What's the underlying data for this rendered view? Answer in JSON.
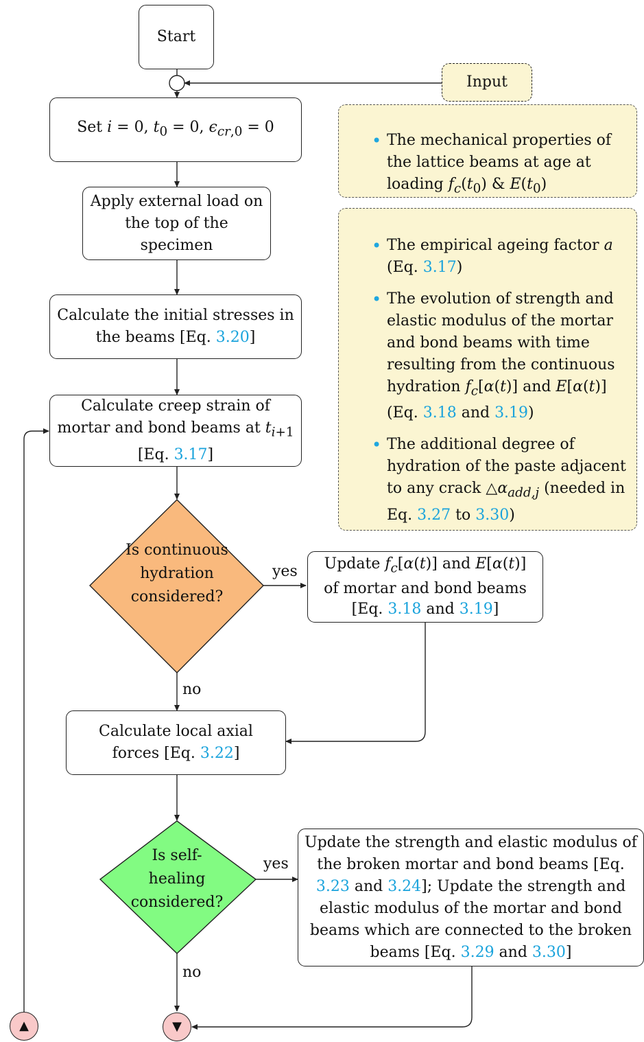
{
  "nodes": {
    "start": "Start",
    "input": "Input",
    "init": "Set i = 0, t0 = 0, ϵcr,0 = 0",
    "apply_load": "Apply external load on the top of the specimen",
    "calc_stress": {
      "text": "Calculate the initial stresses in the beams [Eq. ",
      "ref": "3.20",
      "tail": "]"
    },
    "calc_creep": {
      "text": "Calculate creep strain of mortar and bond beams at ti+1 [Eq. ",
      "ref": "3.17",
      "tail": "]"
    },
    "decision_hydration": "Is continuous hydration considered?",
    "update_hydration": {
      "text": "Update fc[α(t)] and E[α(t)] of mortar and bond beams [Eq. ",
      "ref1": "3.18",
      "mid": " and ",
      "ref2": "3.19",
      "tail": "]"
    },
    "calc_forces": {
      "text": "Calculate local axial forces [Eq. ",
      "ref": "3.22",
      "tail": "]"
    },
    "decision_healing": "Is self-healing considered?",
    "update_healing": {
      "line1": "Update the strength and elastic modulus of the broken mortar and bond beams [Eq. ",
      "ref1": "3.23",
      "mid1": " and ",
      "ref2": "3.24",
      "line2": "]; Update the strength and elastic modulus of the mortar and bond beams which are connected to the broken beams [Eq. ",
      "ref3": "3.29",
      "mid2": " and ",
      "ref4": "3.30",
      "tail": "]"
    }
  },
  "edge_labels": {
    "yes": "yes",
    "no": "no"
  },
  "connectors": {
    "up": "▲",
    "down": "▼"
  },
  "input_notes": {
    "group1": [
      "The mechanical properties of the lattice beams at age at loading fc(t0) & E(t0)"
    ],
    "group2": [
      "The empirical ageing factor a (Eq. 3.17)",
      "The evolution of strength and elastic modulus of the mortar and bond beams with time resulting from the continuous hydration fc[α(t)] and E[α(t)] (Eq. 3.18 and 3.19)",
      "The additional degree of hydration of the paste adjacent to any crack △αadd,j (needed in Eq. 3.27 to 3.30)"
    ]
  },
  "colors": {
    "decision_hydration": "#f9b97d",
    "decision_healing": "#82fb82",
    "note_bg": "#fbf5d2",
    "connector": "#f9c9c9",
    "ref": "#1aa3dc"
  }
}
